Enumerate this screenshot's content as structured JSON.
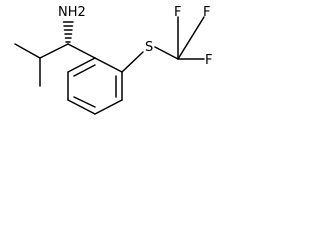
{
  "structure": {
    "atom_labels": {
      "amine": "NH2",
      "sulfur": "S",
      "fluorine_top_left": "F",
      "fluorine_top_right": "F",
      "fluorine_right": "F"
    },
    "stereo": {
      "chiral_center_bond_to_amine": "hashed-wedge"
    },
    "colors": {
      "ink": "#000000",
      "background": "#ffffff"
    }
  }
}
